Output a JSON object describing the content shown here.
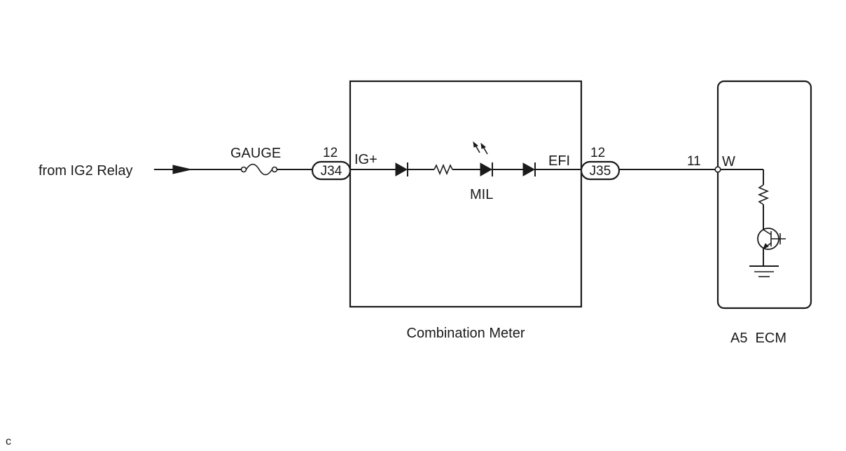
{
  "source_label": "from IG2 Relay",
  "fuse": {
    "name": "GAUGE"
  },
  "connector_left": {
    "id": "J34",
    "pin": "12"
  },
  "connector_right": {
    "id": "J35",
    "pin": "12"
  },
  "combination_meter": {
    "name": "Combination Meter",
    "terminal_in": "IG+",
    "terminal_out": "EFI",
    "lamp": "MIL"
  },
  "ecm": {
    "name": "A5  ECM",
    "pin": "11",
    "terminal": "W"
  },
  "corner_mark": "c",
  "colors": {
    "line": "#1a1a1a",
    "background": "#ffffff"
  }
}
